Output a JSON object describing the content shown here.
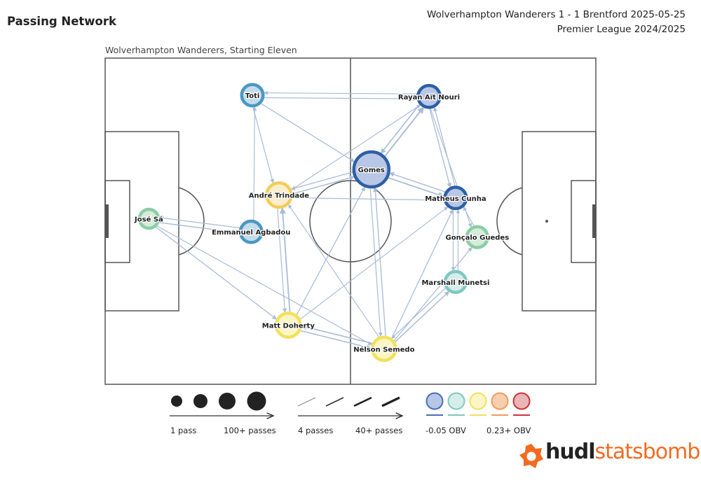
{
  "header": {
    "title": "Passing Network",
    "match_line1": "Wolverhampton Wanderers 1 - 1 Brentford 2025-05-25",
    "match_line2": "Premier League 2024/2025",
    "subtitle": "Wolverhampton Wanderers, Starting Eleven"
  },
  "legend": {
    "node_min": "1 pass",
    "node_max": "100+ passes",
    "edge_min": "4 passes",
    "edge_max": "40+ passes",
    "obv_min": "-0.05 OBV",
    "obv_max": "0.23+ OBV",
    "obv_colors": [
      "#4a6fb5",
      "#7ec8c0",
      "#f2e15c",
      "#f09a5a",
      "#c8323a"
    ],
    "obv_fills": [
      "#b8c7e6",
      "#d6eeea",
      "#fbf6c6",
      "#f7cfae",
      "#ebb4b6"
    ]
  },
  "brand": {
    "part1": "hudl",
    "part2": "statsbomb",
    "accent": "#f26b21"
  },
  "chart_data": {
    "type": "network",
    "team": "Wolverhampton Wanderers",
    "pitch": {
      "length": 120,
      "width": 80,
      "attack_direction": "right"
    },
    "nodes": [
      {
        "name": "José Sá",
        "x": 10.7,
        "y": 39.4,
        "passes": 12,
        "stroke": "#8ccda5",
        "fill": "#d5ecdb"
      },
      {
        "name": "Emmanuel Agbadou",
        "x": 35.7,
        "y": 42.6,
        "passes": 25,
        "stroke": "#4a98c4",
        "fill": "#c5dcea"
      },
      {
        "name": "Toti",
        "x": 36.0,
        "y": 9.1,
        "passes": 25,
        "stroke": "#4a98c4",
        "fill": "#c5dcea"
      },
      {
        "name": "André Trindade",
        "x": 42.5,
        "y": 33.6,
        "passes": 42,
        "stroke": "#f2cd5c",
        "fill": "#fbeecb"
      },
      {
        "name": "Gomes",
        "x": 65.1,
        "y": 27.3,
        "passes": 100,
        "stroke": "#2e5fa6",
        "fill": "#b8c7e6"
      },
      {
        "name": "Rayan Aït Nouri",
        "x": 79.2,
        "y": 9.4,
        "passes": 28,
        "stroke": "#2e5fa6",
        "fill": "#b8c7e6"
      },
      {
        "name": "Matheus Cunha",
        "x": 85.7,
        "y": 34.3,
        "passes": 25,
        "stroke": "#2e5fa6",
        "fill": "#b8c7e6"
      },
      {
        "name": "Gonçalo Guedes",
        "x": 91.0,
        "y": 43.9,
        "passes": 22,
        "stroke": "#8ccda5",
        "fill": "#d5ecdb"
      },
      {
        "name": "Marshall Munetsi",
        "x": 85.7,
        "y": 54.9,
        "passes": 22,
        "stroke": "#7ec8c0",
        "fill": "#d6eeea"
      },
      {
        "name": "Matt Doherty",
        "x": 44.8,
        "y": 65.5,
        "passes": 40,
        "stroke": "#f2e15c",
        "fill": "#fbf6c6"
      },
      {
        "name": "Nélson Semedo",
        "x": 68.2,
        "y": 71.3,
        "passes": 35,
        "stroke": "#f2e15c",
        "fill": "#fbf6c6"
      }
    ],
    "edges": [
      {
        "from": "José Sá",
        "to": "Emmanuel Agbadou",
        "passes": 8
      },
      {
        "from": "Emmanuel Agbadou",
        "to": "José Sá",
        "passes": 5
      },
      {
        "from": "José Sá",
        "to": "Matt Doherty",
        "passes": 6
      },
      {
        "from": "José Sá",
        "to": "Nélson Semedo",
        "passes": 4
      },
      {
        "from": "Emmanuel Agbadou",
        "to": "Toti",
        "passes": 4
      },
      {
        "from": "Toti",
        "to": "Rayan Aït Nouri",
        "passes": 6
      },
      {
        "from": "Rayan Aït Nouri",
        "to": "Toti",
        "passes": 4
      },
      {
        "from": "Toti",
        "to": "Gomes",
        "passes": 5
      },
      {
        "from": "Toti",
        "to": "André Trindade",
        "passes": 5
      },
      {
        "from": "Gomes",
        "to": "Rayan Aït Nouri",
        "passes": 16
      },
      {
        "from": "Rayan Aït Nouri",
        "to": "Gomes",
        "passes": 10
      },
      {
        "from": "Gomes",
        "to": "Matheus Cunha",
        "passes": 14
      },
      {
        "from": "Matheus Cunha",
        "to": "Gomes",
        "passes": 8
      },
      {
        "from": "Rayan Aït Nouri",
        "to": "Matheus Cunha",
        "passes": 7
      },
      {
        "from": "Matheus Cunha",
        "to": "Rayan Aït Nouri",
        "passes": 5
      },
      {
        "from": "André Trindade",
        "to": "Gomes",
        "passes": 9
      },
      {
        "from": "Gomes",
        "to": "André Trindade",
        "passes": 6
      },
      {
        "from": "André Trindade",
        "to": "Matheus Cunha",
        "passes": 5
      },
      {
        "from": "André Trindade",
        "to": "Rayan Aït Nouri",
        "passes": 4
      },
      {
        "from": "Matt Doherty",
        "to": "André Trindade",
        "passes": 14
      },
      {
        "from": "André Trindade",
        "to": "Matt Doherty",
        "passes": 5
      },
      {
        "from": "Matt Doherty",
        "to": "Gomes",
        "passes": 6
      },
      {
        "from": "Matt Doherty",
        "to": "Nélson Semedo",
        "passes": 9
      },
      {
        "from": "Nélson Semedo",
        "to": "Matt Doherty",
        "passes": 12
      },
      {
        "from": "Nélson Semedo",
        "to": "Gomes",
        "passes": 7
      },
      {
        "from": "Gomes",
        "to": "Nélson Semedo",
        "passes": 5
      },
      {
        "from": "Nélson Semedo",
        "to": "Marshall Munetsi",
        "passes": 8
      },
      {
        "from": "Marshall Munetsi",
        "to": "Nélson Semedo",
        "passes": 5
      },
      {
        "from": "Nélson Semedo",
        "to": "Matheus Cunha",
        "passes": 6
      },
      {
        "from": "Nélson Semedo",
        "to": "Gonçalo Guedes",
        "passes": 5
      },
      {
        "from": "Nélson Semedo",
        "to": "André Trindade",
        "passes": 4
      },
      {
        "from": "Matt Doherty",
        "to": "Matheus Cunha",
        "passes": 4
      },
      {
        "from": "Marshall Munetsi",
        "to": "Matheus Cunha",
        "passes": 4
      },
      {
        "from": "Matheus Cunha",
        "to": "Marshall Munetsi",
        "passes": 4
      },
      {
        "from": "Gonçalo Guedes",
        "to": "Matheus Cunha",
        "passes": 4
      },
      {
        "from": "Rayan Aït Nouri",
        "to": "Gonçalo Guedes",
        "passes": 4
      }
    ]
  }
}
